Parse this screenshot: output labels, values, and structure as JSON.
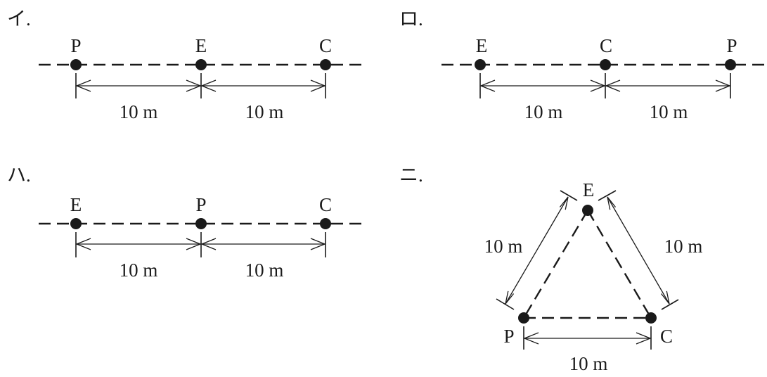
{
  "options": [
    {
      "label": "イ.",
      "points": [
        "P",
        "E",
        "C"
      ],
      "distances": [
        "10 m",
        "10 m"
      ]
    },
    {
      "label": "ロ.",
      "points": [
        "E",
        "C",
        "P"
      ],
      "distances": [
        "10 m",
        "10 m"
      ]
    },
    {
      "label": "ハ.",
      "points": [
        "E",
        "P",
        "C"
      ],
      "distances": [
        "10 m",
        "10 m"
      ]
    },
    {
      "label": "ニ.",
      "points": [
        "E",
        "P",
        "C"
      ],
      "distances": [
        "10 m",
        "10 m",
        "10 m"
      ]
    }
  ]
}
